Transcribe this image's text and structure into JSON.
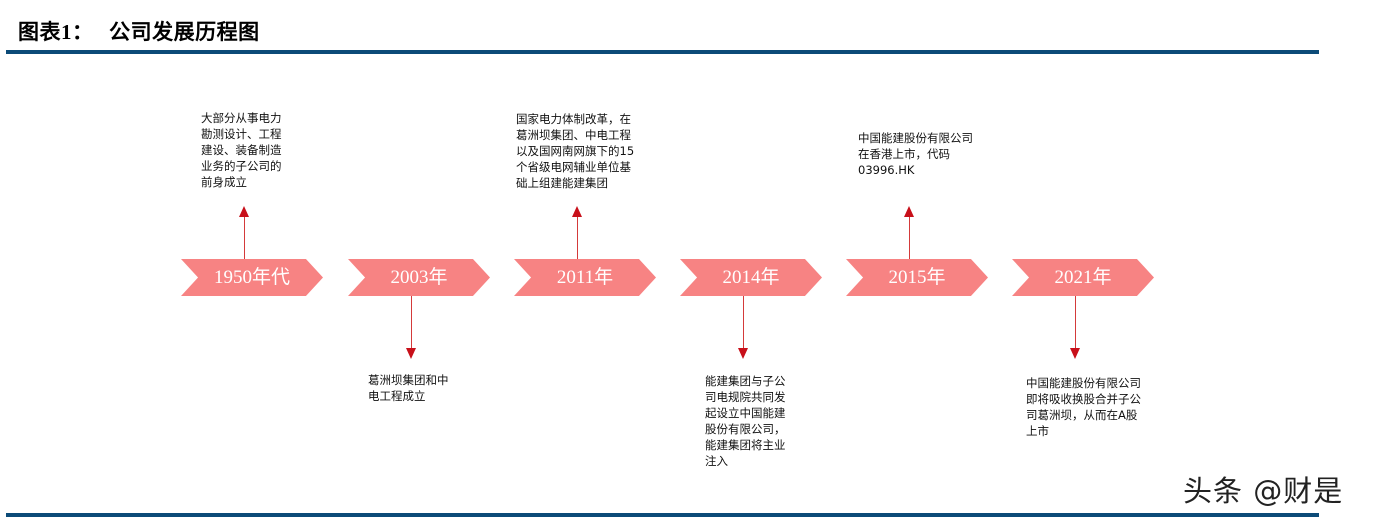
{
  "header": {
    "title_prefix": "图表",
    "title_num": "1",
    "title_sep": "：",
    "title": "公司发展历程图"
  },
  "colors": {
    "rule": "#0c4b78",
    "chevron": "#f78383",
    "arrow": "#c8101a"
  },
  "timeline": [
    {
      "label": "1950年代",
      "direction": "up",
      "text": "大部分从事电力\n勘测设计、工程\n建设、装备制造\n业务的子公司的\n前身成立"
    },
    {
      "label": "2003年",
      "direction": "down",
      "text": "葛洲坝集团和中\n电工程成立"
    },
    {
      "label": "2011年",
      "direction": "up",
      "text": "国家电力体制改革，在\n葛洲坝集团、中电工程\n以及国网南网旗下的15\n个省级电网辅业单位基\n础上组建能建集团"
    },
    {
      "label": "2014年",
      "direction": "down",
      "text": "能建集团与子公\n司电规院共同发\n起设立中国能建\n股份有限公司，\n能建集团将主业\n注入"
    },
    {
      "label": "2015年",
      "direction": "up",
      "text": "中国能建股份有限公司\n在香港上市，代码\n03996.HK"
    },
    {
      "label": "2021年",
      "direction": "down",
      "text": "中国能建股份有限公司\n即将吸收换股合并子公\n司葛洲坝，从而在A股\n上市"
    }
  ],
  "watermark": "头条 @财是"
}
